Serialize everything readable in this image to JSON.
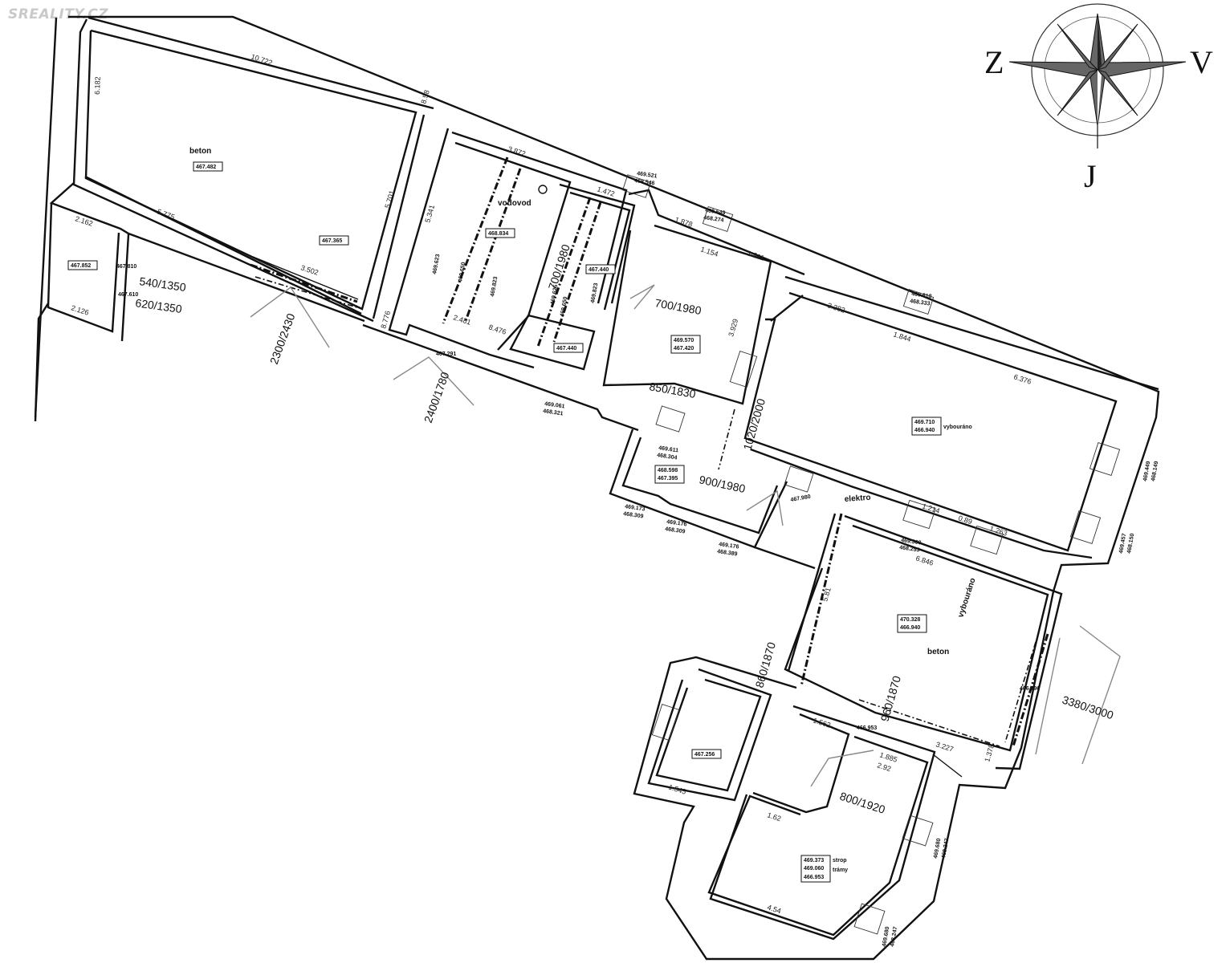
{
  "watermark": "SREALITY.CZ",
  "compass": {
    "west": "Z",
    "east": "V",
    "south": "J"
  },
  "materials": {
    "beton_top": "beton",
    "beton_bottom": "beton",
    "electric": "elektro",
    "water": "vodovod",
    "demolished_1": "vybouráno",
    "demolished_2": "vybouráno",
    "ceiling": "strop",
    "beams": "trámy"
  },
  "doors": {
    "d1": "540/1350",
    "d2": "620/1350",
    "d3": "2300/2430",
    "d4": "2400/1780",
    "d5": "700/1980",
    "d6": "700/1980",
    "d7": "850/1830",
    "d8": "1020/2000",
    "d9": "900/1980",
    "d10": "860/1870",
    "d11": "960/1870",
    "d12": "3380/3000",
    "d13": "800/1920"
  },
  "heights": {
    "h1": "467.482",
    "h2": "467.365",
    "h3": "467.852",
    "h4": "468.834",
    "h5": "467.440",
    "h6": "467.440",
    "h7": "467.291",
    "h8": "469.570",
    "h9": "467.420",
    "h10": "469.710",
    "h11": "466.940",
    "h12": "468.598",
    "h13": "467.395",
    "h14": "470.328",
    "h15": "466.940",
    "h16": "467.256",
    "h17": "469.373",
    "h18": "469.060",
    "h19": "466.953",
    "h20": "466.953",
    "h21": "466.796"
  },
  "dims": {
    "a1": "10.722",
    "a2": "6.182",
    "a3": "5.775",
    "a4": "5.701",
    "a5": "3.502",
    "a6": "3.872",
    "a7": "5.341",
    "a8": "1.472",
    "a9": "1.878",
    "a10": "1.154",
    "a11": "1.211",
    "a12": "3.382",
    "a13": "1.844",
    "a14": "6.376",
    "a15": "6.846",
    "a16": "5.81",
    "a17": "2.481",
    "a18": "8.476",
    "a19": "3.929",
    "a20": "1.214",
    "a21": "0.89",
    "a22": "1.263",
    "a23": "1.885",
    "a24": "2.92",
    "a25": "3.227",
    "a26": "4.54",
    "a27": "2.162",
    "a28": "2.126",
    "a29": "1.545",
    "a30": "1.62",
    "a31": "8.776",
    "a32": "8.58",
    "a33": "1.378",
    "a34": "1.562",
    "b1": "469.521",
    "b2": "468.546",
    "b3": "469.549",
    "b4": "468.274",
    "b5": "469.618",
    "b6": "468.333",
    "b7": "469.061",
    "b8": "468.321",
    "b9": "469.611",
    "b10": "468.304",
    "b11": "469.173",
    "b12": "468.309",
    "b13": "469.176",
    "b14": "468.309",
    "b15": "469.176",
    "b16": "468.389",
    "b17": "469.300",
    "b18": "468.253",
    "b19": "469.449",
    "b20": "468.149",
    "b21": "469.457",
    "b22": "468.150",
    "b23": "469.680",
    "b24": "468.247",
    "b25": "469.680",
    "b26": "468.247",
    "b27": "469.623",
    "b28": "469.650",
    "b29": "469.625",
    "b30": "469.823",
    "b31": "469.650",
    "b32": "469.823",
    "b33": "467.810",
    "b34": "467.610",
    "b35": "467.980"
  }
}
